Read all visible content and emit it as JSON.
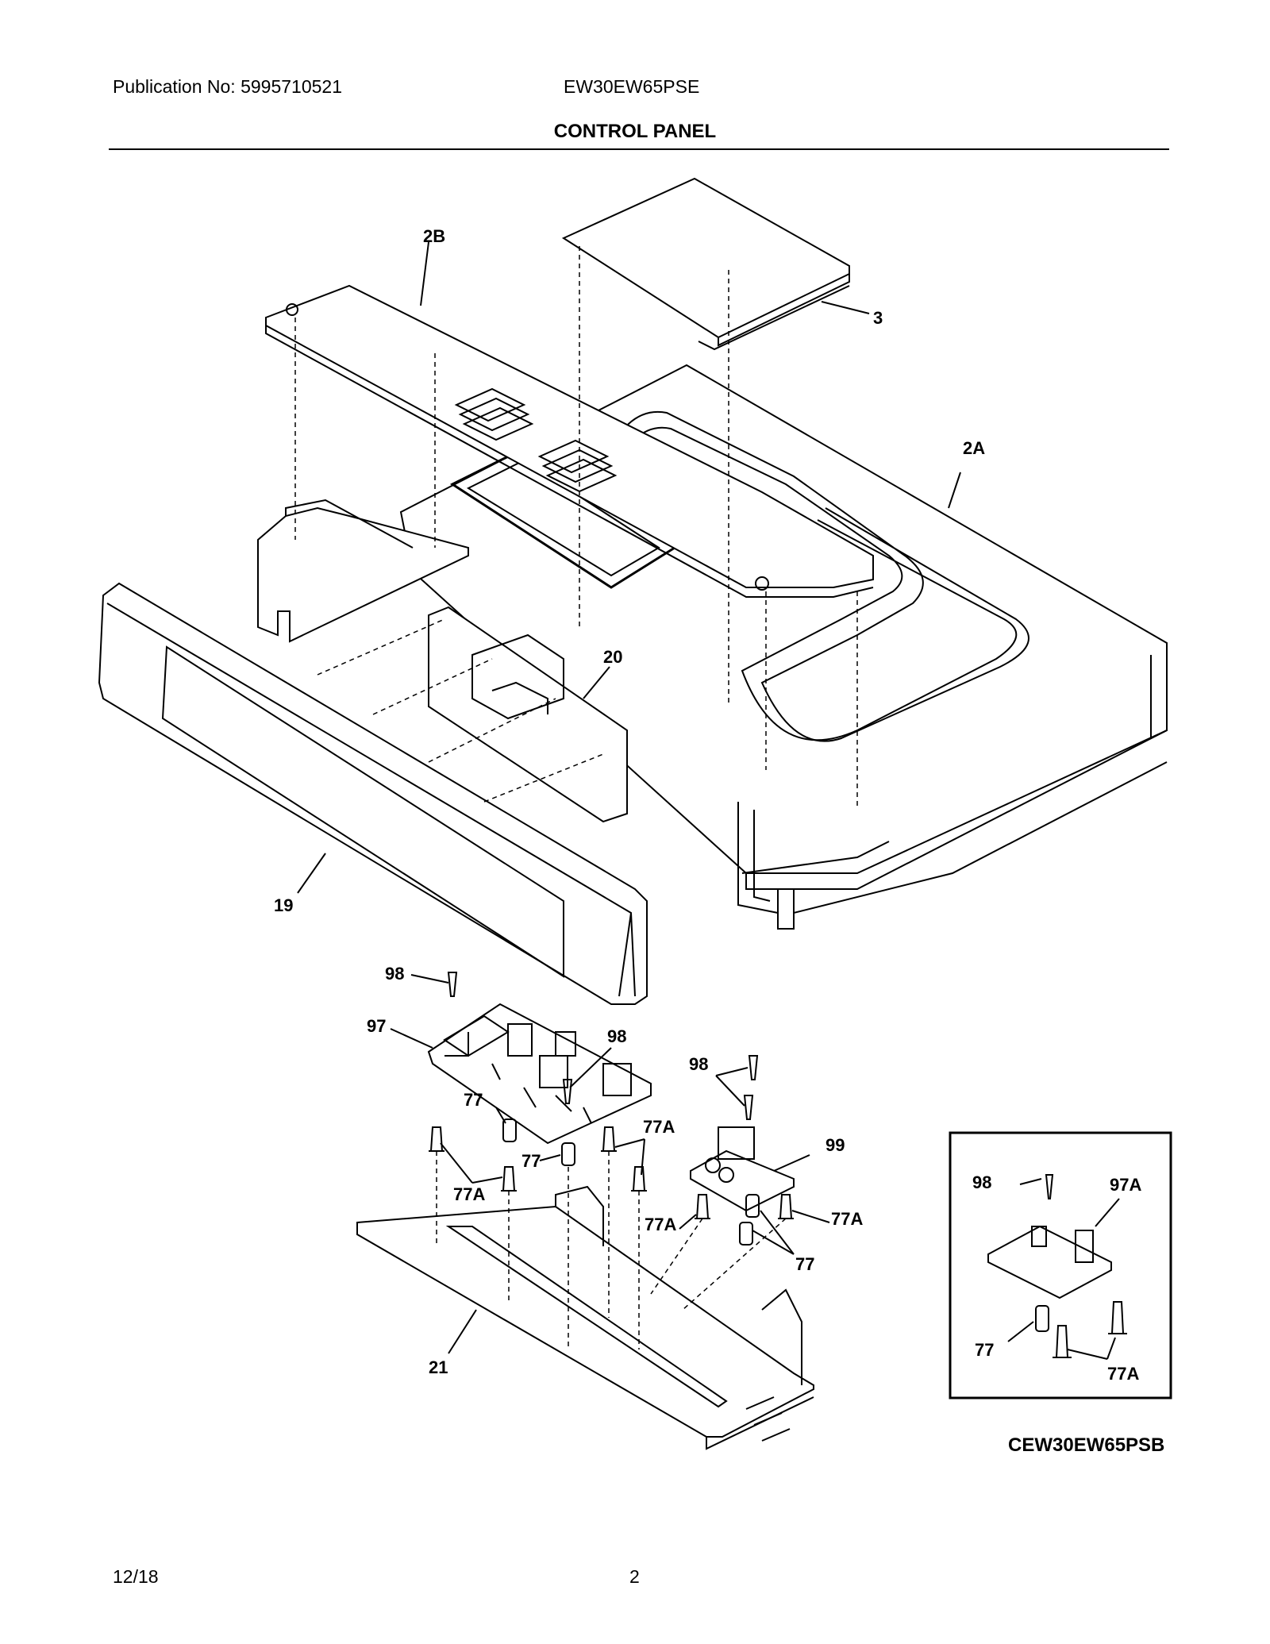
{
  "header": {
    "publication": "Publication No: 5995710521",
    "model": "EW30EW65PSE",
    "title": "CONTROL PANEL"
  },
  "callouts": {
    "c2B": "2B",
    "c3": "3",
    "c2A": "2A",
    "c20": "20",
    "c19": "19",
    "c98a": "98",
    "c97": "97",
    "c98b": "98",
    "c77a": "77",
    "c77b": "77",
    "c77Aa": "77A",
    "c77Ab": "77A",
    "c98c": "98",
    "c99": "99",
    "c77Ac": "77A",
    "c77Ad": "77A",
    "c77c": "77",
    "c21": "21"
  },
  "inset": {
    "c98": "98",
    "c97A": "97A",
    "c77": "77",
    "c77A": "77A",
    "code": "CEW30EW65PSB"
  },
  "footer": {
    "date": "12/18",
    "page": "2"
  }
}
